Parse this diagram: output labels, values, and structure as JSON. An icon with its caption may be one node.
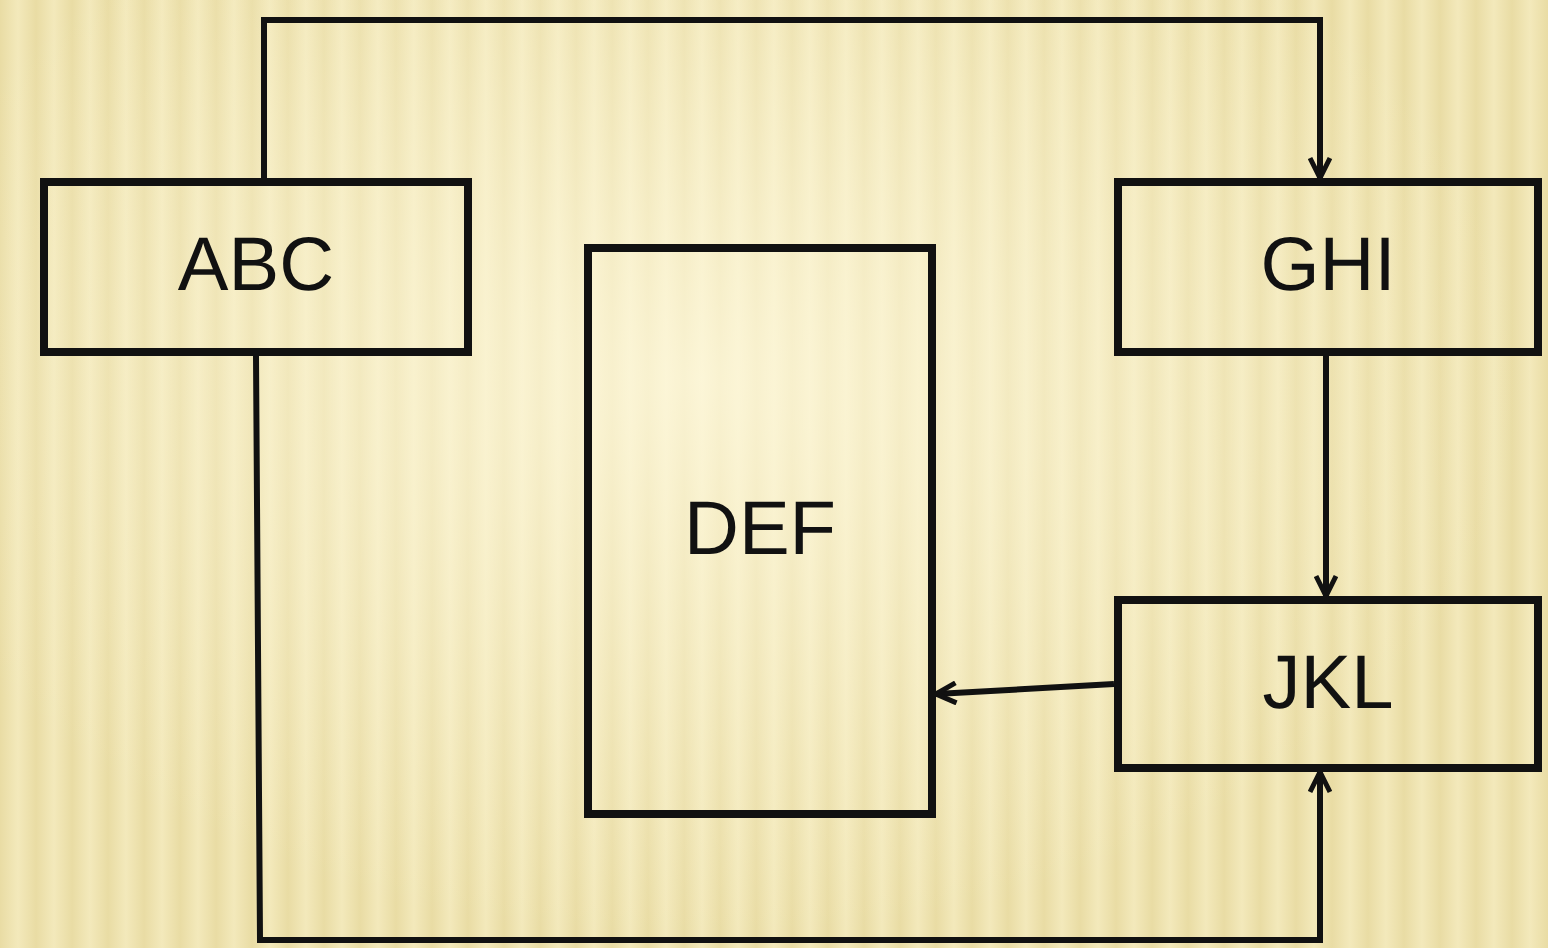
{
  "diagram": {
    "nodes": [
      {
        "text": [
          "ABC"
        ]
      },
      {
        "text": [
          "DEF"
        ]
      },
      {
        "text": [
          "GHI"
        ]
      },
      {
        "text": [
          "JKL"
        ]
      }
    ],
    "edges": [
      {
        "from": 0,
        "to": 2,
        "arrow": "to"
      },
      {
        "from": 2,
        "to": 3,
        "arrow": "to"
      },
      {
        "from": 3,
        "to": 1,
        "arrow": "to"
      },
      {
        "from": 0,
        "to": 3,
        "arrow": "to"
      }
    ]
  }
}
